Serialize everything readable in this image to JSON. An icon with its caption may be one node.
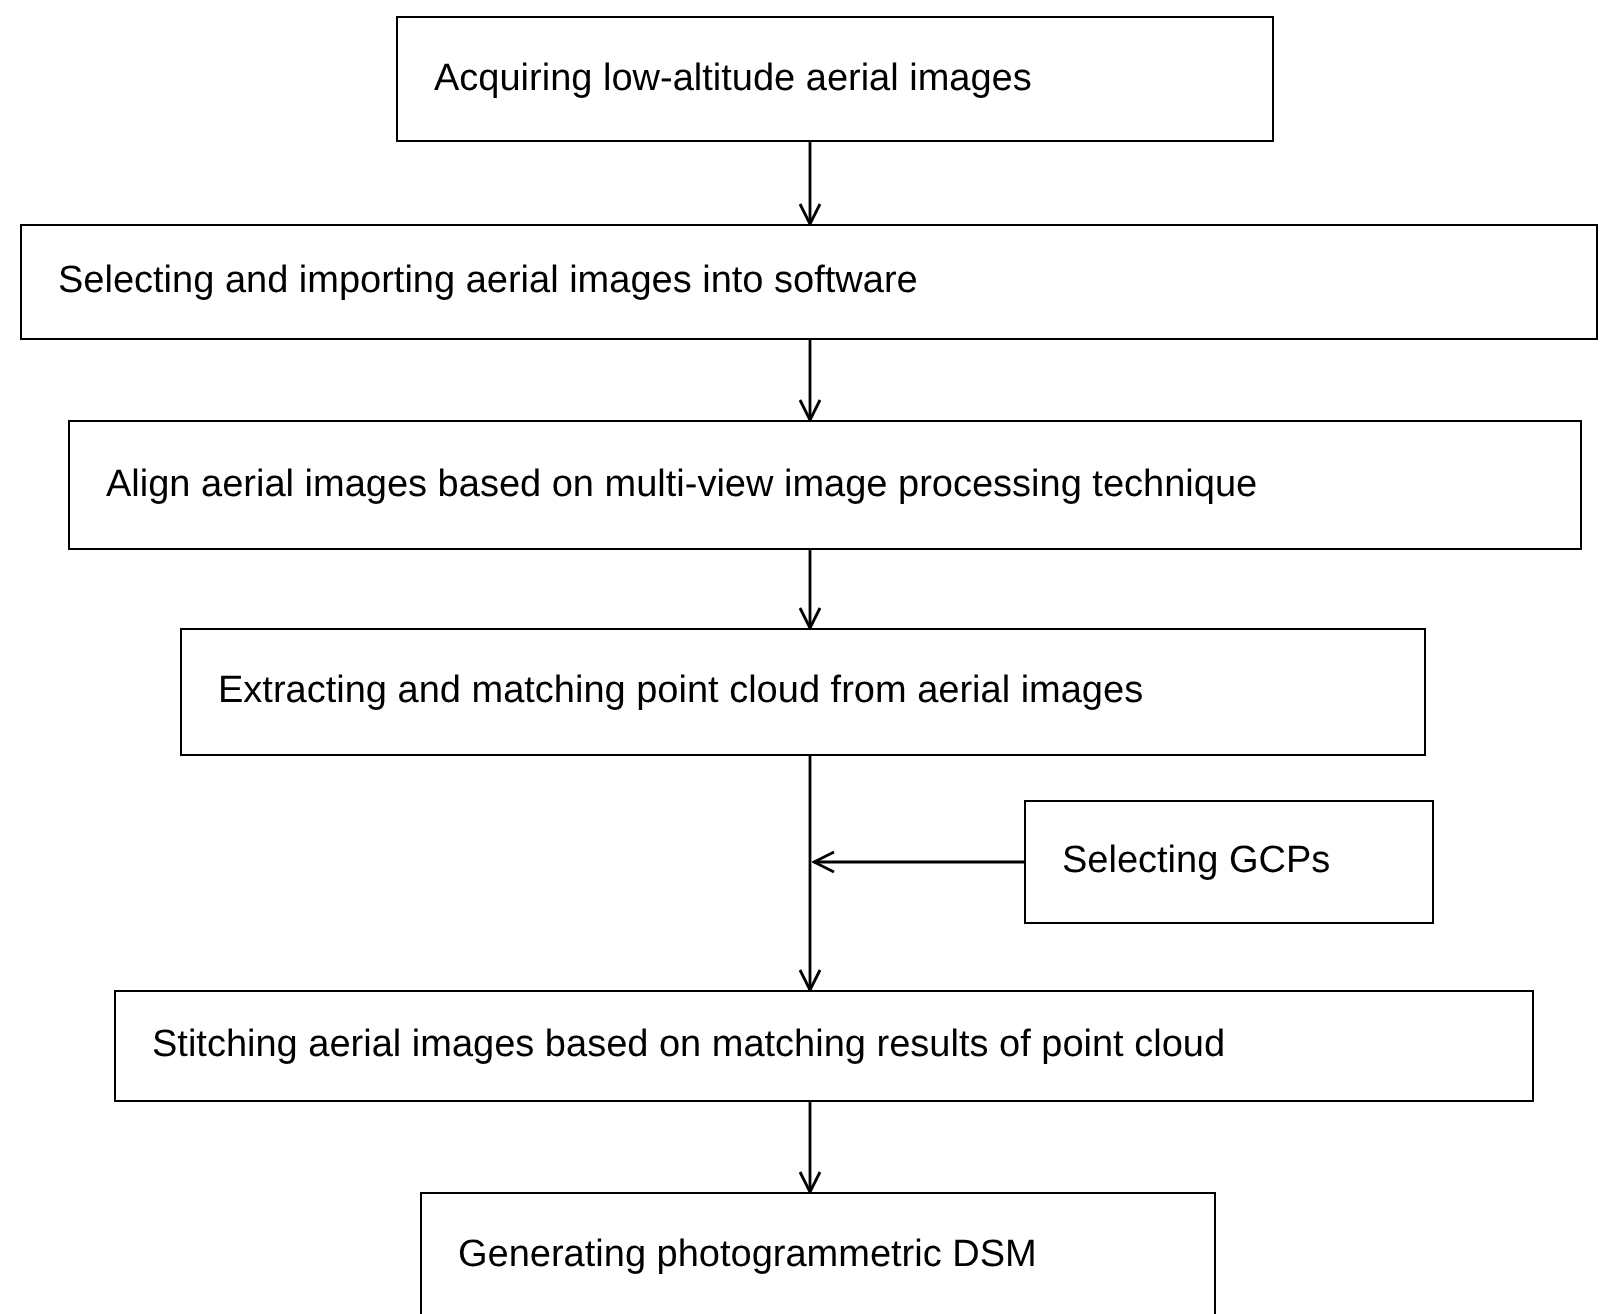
{
  "diagram": {
    "nodes": [
      {
        "text": [
          "Acquiring low-altitude aerial images"
        ]
      },
      {
        "text": [
          "Selecting and importing aerial images into software"
        ]
      },
      {
        "text": [
          "Align aerial images based on multi-view image processing technique"
        ]
      },
      {
        "text": [
          "Extracting and matching point cloud from aerial images"
        ]
      },
      {
        "text": [
          "Selecting GCPs"
        ]
      },
      {
        "text": [
          "Stitching aerial images based on matching results of point cloud"
        ]
      },
      {
        "text": [
          "Generating photogrammetric DSM"
        ]
      }
    ],
    "edges": [
      {
        "from": 0,
        "to": 1,
        "arrow": "to"
      },
      {
        "from": 1,
        "to": 2,
        "arrow": "to"
      },
      {
        "from": 2,
        "to": 3,
        "arrow": "to"
      },
      {
        "from": 3,
        "to": 5,
        "arrow": "to"
      },
      {
        "from": 4,
        "to": null,
        "arrow": "to"
      },
      {
        "from": 5,
        "to": 6,
        "arrow": "to"
      }
    ]
  }
}
